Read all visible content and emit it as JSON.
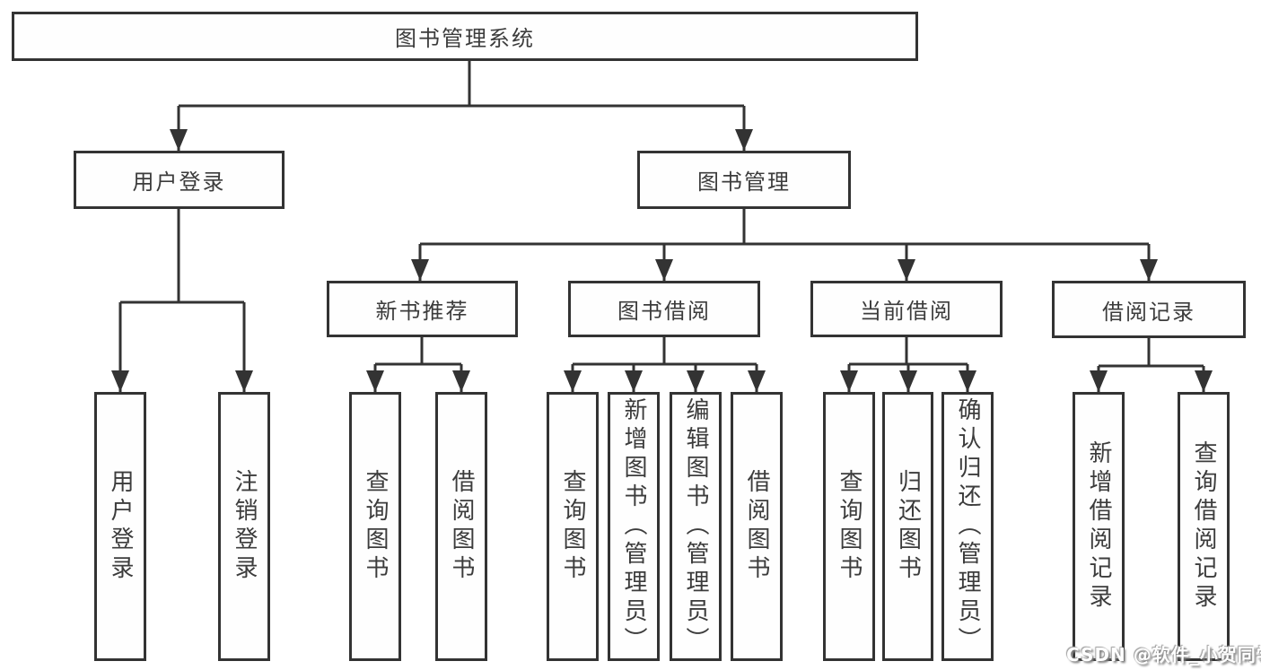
{
  "diagram": {
    "root": {
      "label": "图书管理系统",
      "children": [
        {
          "label": "用户登录",
          "children": [
            {
              "label": "用户登录"
            },
            {
              "label": "注销登录"
            }
          ]
        },
        {
          "label": "图书管理",
          "children": [
            {
              "label": "新书推荐",
              "children": [
                {
                  "label": "查询图书"
                },
                {
                  "label": "借阅图书"
                }
              ]
            },
            {
              "label": "图书借阅",
              "children": [
                {
                  "label": "查询图书"
                },
                {
                  "label": "新增图书（管理员）"
                },
                {
                  "label": "编辑图书（管理员）"
                },
                {
                  "label": "借阅图书"
                }
              ]
            },
            {
              "label": "当前借阅",
              "children": [
                {
                  "label": "查询图书"
                },
                {
                  "label": "归还图书"
                },
                {
                  "label": "确认归还（管理员）"
                }
              ]
            },
            {
              "label": "借阅记录",
              "children": [
                {
                  "label": "新增借阅记录"
                },
                {
                  "label": "查询借阅记录"
                }
              ]
            }
          ]
        }
      ]
    }
  },
  "watermark": {
    "text": "CSDN @软件_小贺同学"
  },
  "colors": {
    "line": "#333333",
    "text": "#3c3c3c",
    "background": "#ffffff",
    "watermark_text": "#ffffff"
  }
}
